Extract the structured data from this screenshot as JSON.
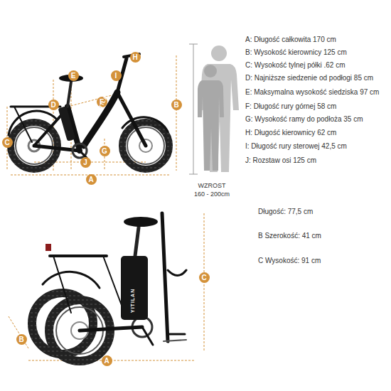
{
  "diagram": {
    "labels": [
      "H",
      "E",
      "I",
      "F",
      "D",
      "B",
      "C",
      "G",
      "J",
      "A",
      "YITILAN",
      "WZROST",
      "160 - 200cm",
      "A: Długość całkowita 170 cm",
      "B: Wysokość kierownicy 125 cm",
      "C: Wysokość tylnej półki .62 cm",
      "D: Najniższe siedzenie od podłogi 85 cm",
      "E: Maksymalna wysokość siedziska 97 cm",
      "F: Długość rury górnej 58 cm",
      "G: Wysokość ramy do podłoża 35 cm",
      "H: Długość kierownicy 62 cm",
      "I: Długość rury sterowej 42,5 cm",
      "J: Rozstaw osi 125 cm",
      "Długość: 77,5 cm",
      "B Szerokość: 41 cm",
      "C Wysokość: 91 cm",
      "C",
      "B",
      "A",
      "YITILAN"
    ]
  }
}
